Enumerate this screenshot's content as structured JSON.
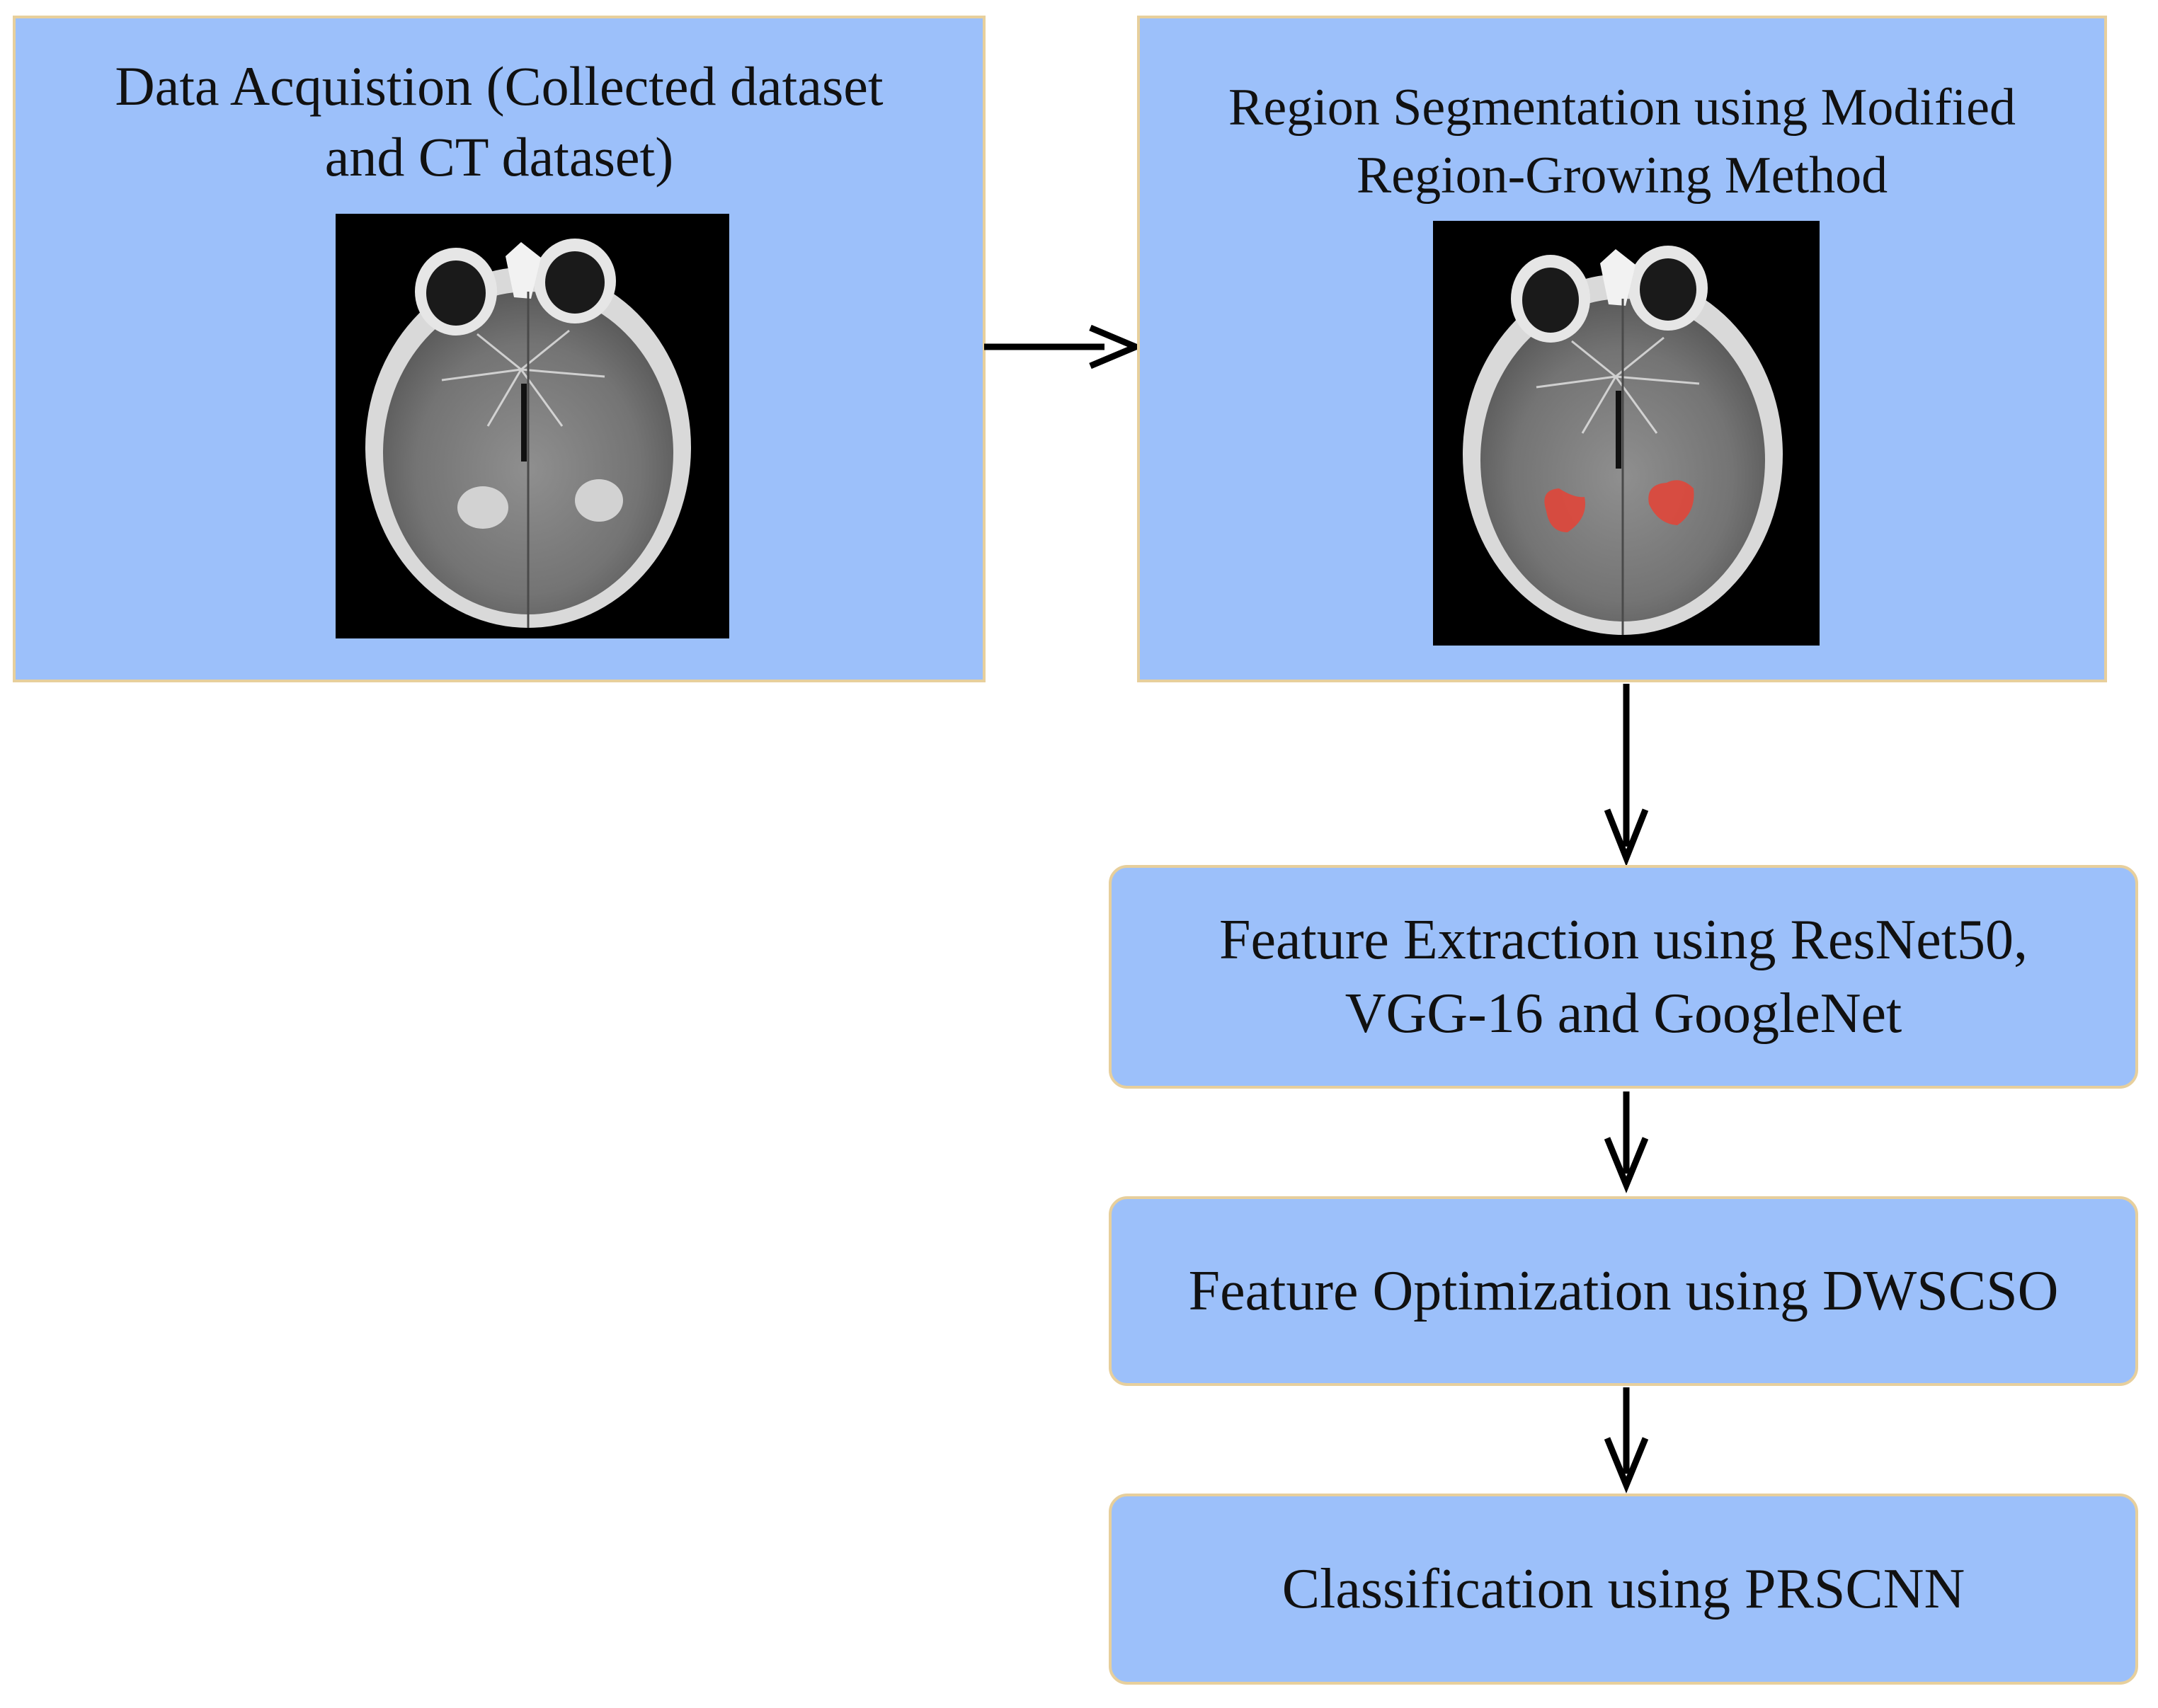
{
  "diagram": {
    "boxes": [
      {
        "id": "data-acquisition",
        "lines": [
          "Data Acquistion (Collected dataset",
          "and CT dataset)"
        ],
        "image": "brain-ct-scan"
      },
      {
        "id": "region-segmentation",
        "lines": [
          "Region Segmentation using Modified",
          "Region-Growing Method"
        ],
        "image": "brain-ct-scan-segmented"
      },
      {
        "id": "feature-extraction",
        "lines": [
          "Feature Extraction using ResNet50,",
          "VGG-16 and GoogleNet"
        ]
      },
      {
        "id": "feature-optimization",
        "lines": [
          "Feature Optimization using DWSCSO"
        ]
      },
      {
        "id": "classification",
        "lines": [
          "Classification using PRSCNN"
        ]
      }
    ],
    "arrows": [
      {
        "from": "data-acquisition",
        "to": "region-segmentation"
      },
      {
        "from": "region-segmentation",
        "to": "feature-extraction"
      },
      {
        "from": "feature-extraction",
        "to": "feature-optimization"
      },
      {
        "from": "feature-optimization",
        "to": "classification"
      }
    ],
    "colors": {
      "box_fill": "#9cc0fa",
      "box_border": "#e7cf9c",
      "arrow": "#000000",
      "highlight": "#e0463a"
    }
  }
}
